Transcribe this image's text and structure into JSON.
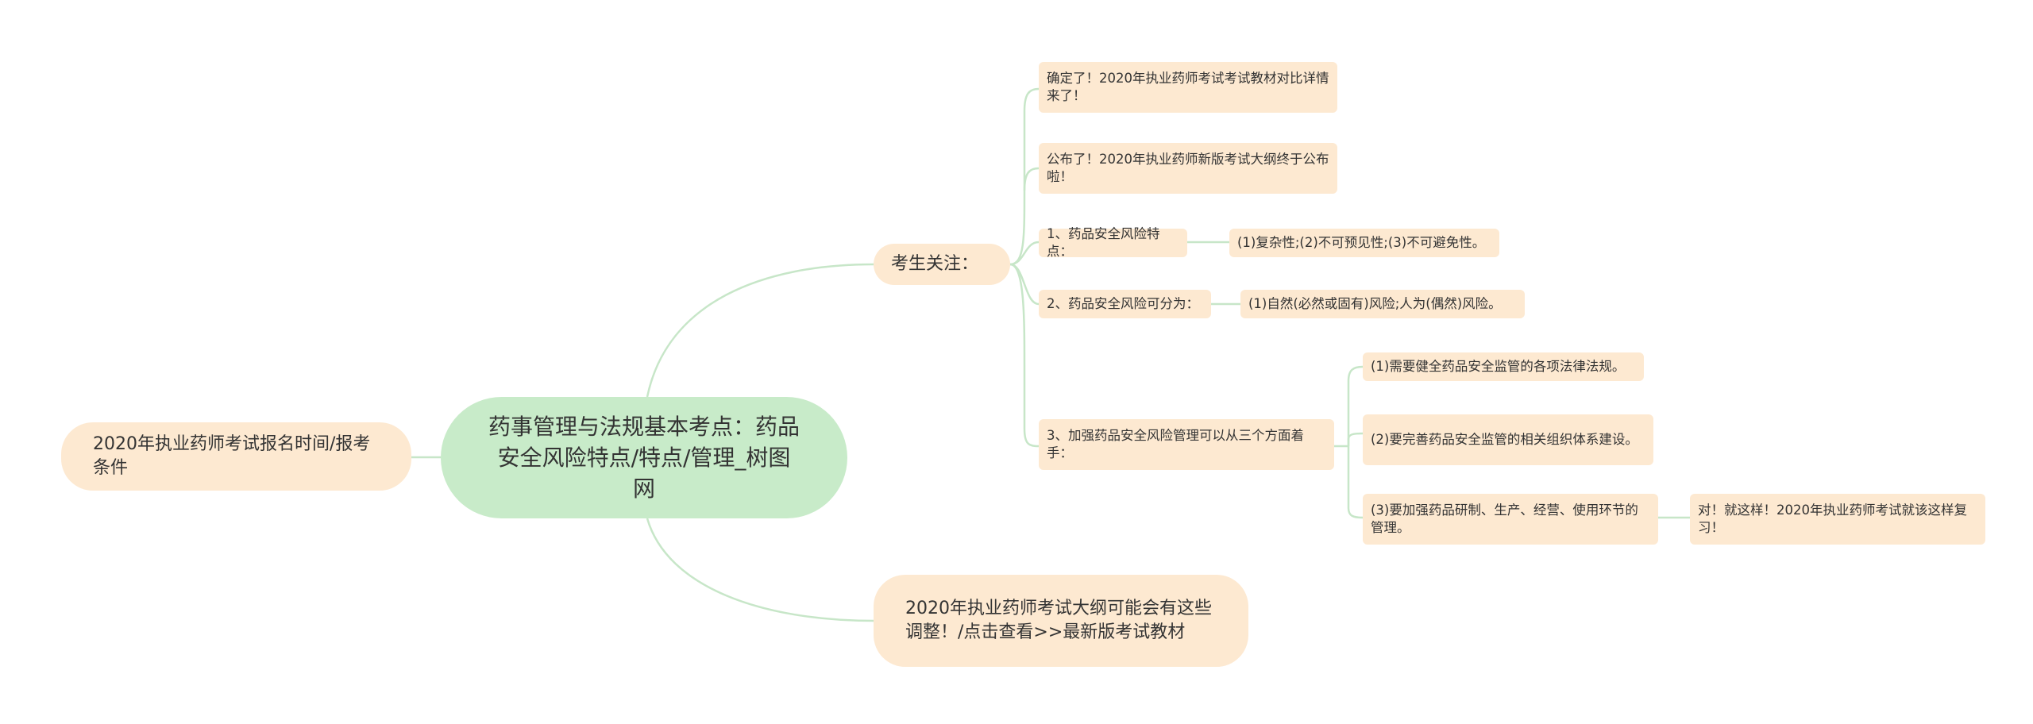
{
  "root": {
    "title": "药事管理与法规基本考点：药品安全风险特点/特点/管理_树图网"
  },
  "left": {
    "label": "2020年执业药师考试报名时间/报考条件"
  },
  "focus": {
    "label": "考生关注：",
    "items": [
      {
        "label": "确定了！2020年执业药师考试考试教材对比详情来了！"
      },
      {
        "label": "公布了！2020年执业药师新版考试大纲终于公布啦！"
      },
      {
        "label": "1、药品安全风险特点：",
        "detail": "(1)复杂性;(2)不可预见性;(3)不可避免性。"
      },
      {
        "label": "2、药品安全风险可分为：",
        "detail": "(1)自然(必然或固有)风险;人为(偶然)风险。"
      },
      {
        "label": "3、加强药品安全风险管理可以从三个方面着手：",
        "subs": [
          {
            "label": "(1)需要健全药品安全监管的各项法律法规。"
          },
          {
            "label": "(2)要完善药品安全监管的相关组织体系建设。"
          },
          {
            "label": "(3)要加强药品研制、生产、经营、使用环节的管理。",
            "note": "对！就这样！2020年执业药师考试就该这样复习！"
          }
        ]
      }
    ]
  },
  "bottom": {
    "label": "2020年执业药师考试大纲可能会有这些调整！/点击查看>>最新版考试教材"
  },
  "colors": {
    "root_fill": "#c8ebc9",
    "node_fill": "#fde9d1",
    "connector": "#c7e6c8",
    "text": "#333333"
  }
}
